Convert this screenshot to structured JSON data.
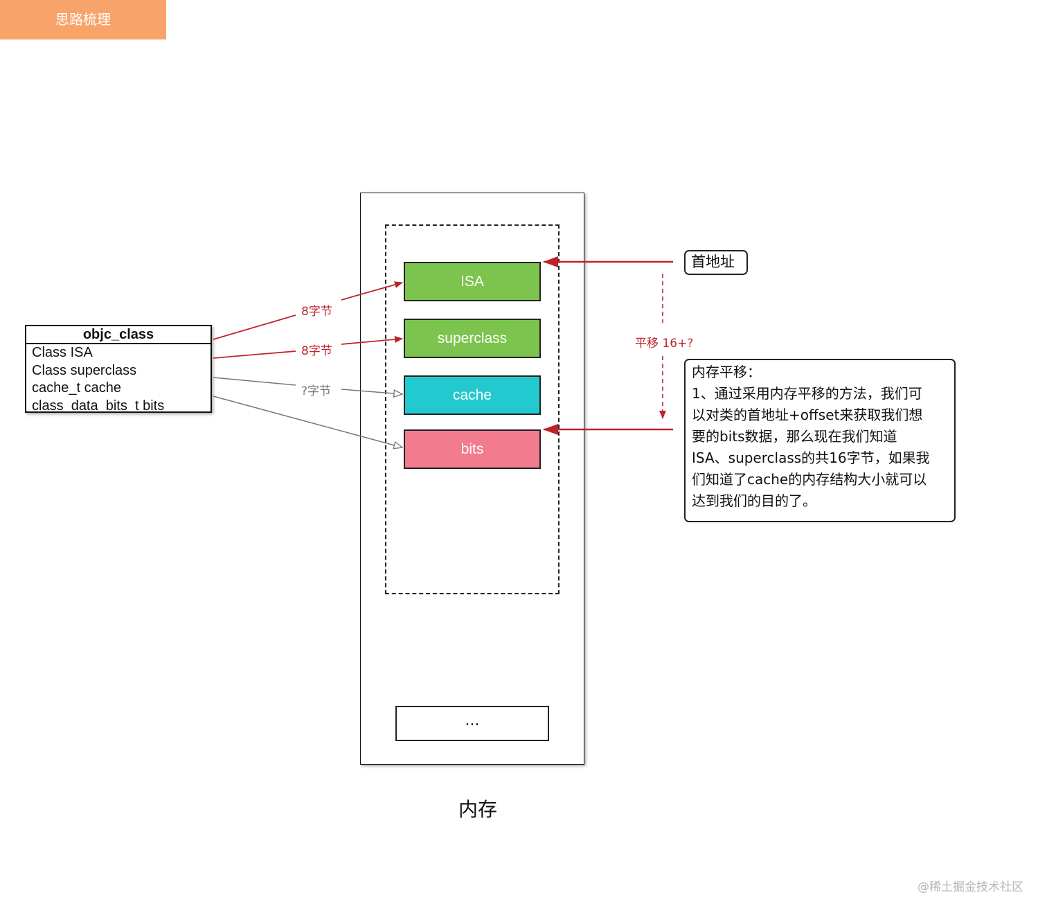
{
  "tag": "思路梳理",
  "class_box": {
    "title": "objc_class",
    "fields": [
      "Class ISA",
      "Class superclass",
      "cache_t cache",
      "class_data_bits_t bits"
    ]
  },
  "memory": {
    "cells": [
      {
        "label": "ISA",
        "color": "#7cc44d"
      },
      {
        "label": "superclass",
        "color": "#7cc44d"
      },
      {
        "label": "cache",
        "color": "#22c9cf"
      },
      {
        "label": "bits",
        "color": "#f27b8e"
      }
    ],
    "ellipsis": "...",
    "label": "内存"
  },
  "edge_labels": {
    "isa": "8字节",
    "superclass": "8字节",
    "cache": "?字节",
    "shift": "平移 16+?"
  },
  "address_label": "首地址",
  "note": {
    "title": "内存平移：",
    "body": "1、通过采用内存平移的方法，我们可\n以对类的首地址+offset来获取我们想\n要的bits数据，那么现在我们知道\nISA、superclass的共16字节，如果我\n们知道了cache的内存结构大小就可以\n达到我们的目的了。"
  },
  "watermark": "@稀土掘金技术社区",
  "colors": {
    "red_arrow": "#c0222b",
    "gray_arrow": "#777777",
    "tag_bg": "#f8a36a"
  }
}
